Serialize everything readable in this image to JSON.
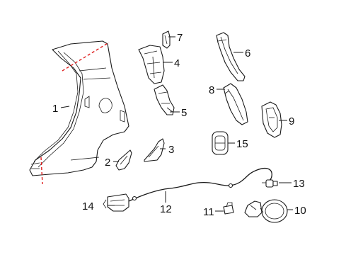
{
  "callouts": {
    "c1": "1",
    "c2": "2",
    "c3": "3",
    "c4": "4",
    "c5": "5",
    "c6": "6",
    "c7": "7",
    "c8": "8",
    "c9": "9",
    "c10": "10",
    "c11": "11",
    "c12": "12",
    "c13": "13",
    "c14": "14",
    "c15": "15"
  },
  "colors": {
    "cut_line": "#e02020",
    "line_art": "#1a1a1a"
  }
}
